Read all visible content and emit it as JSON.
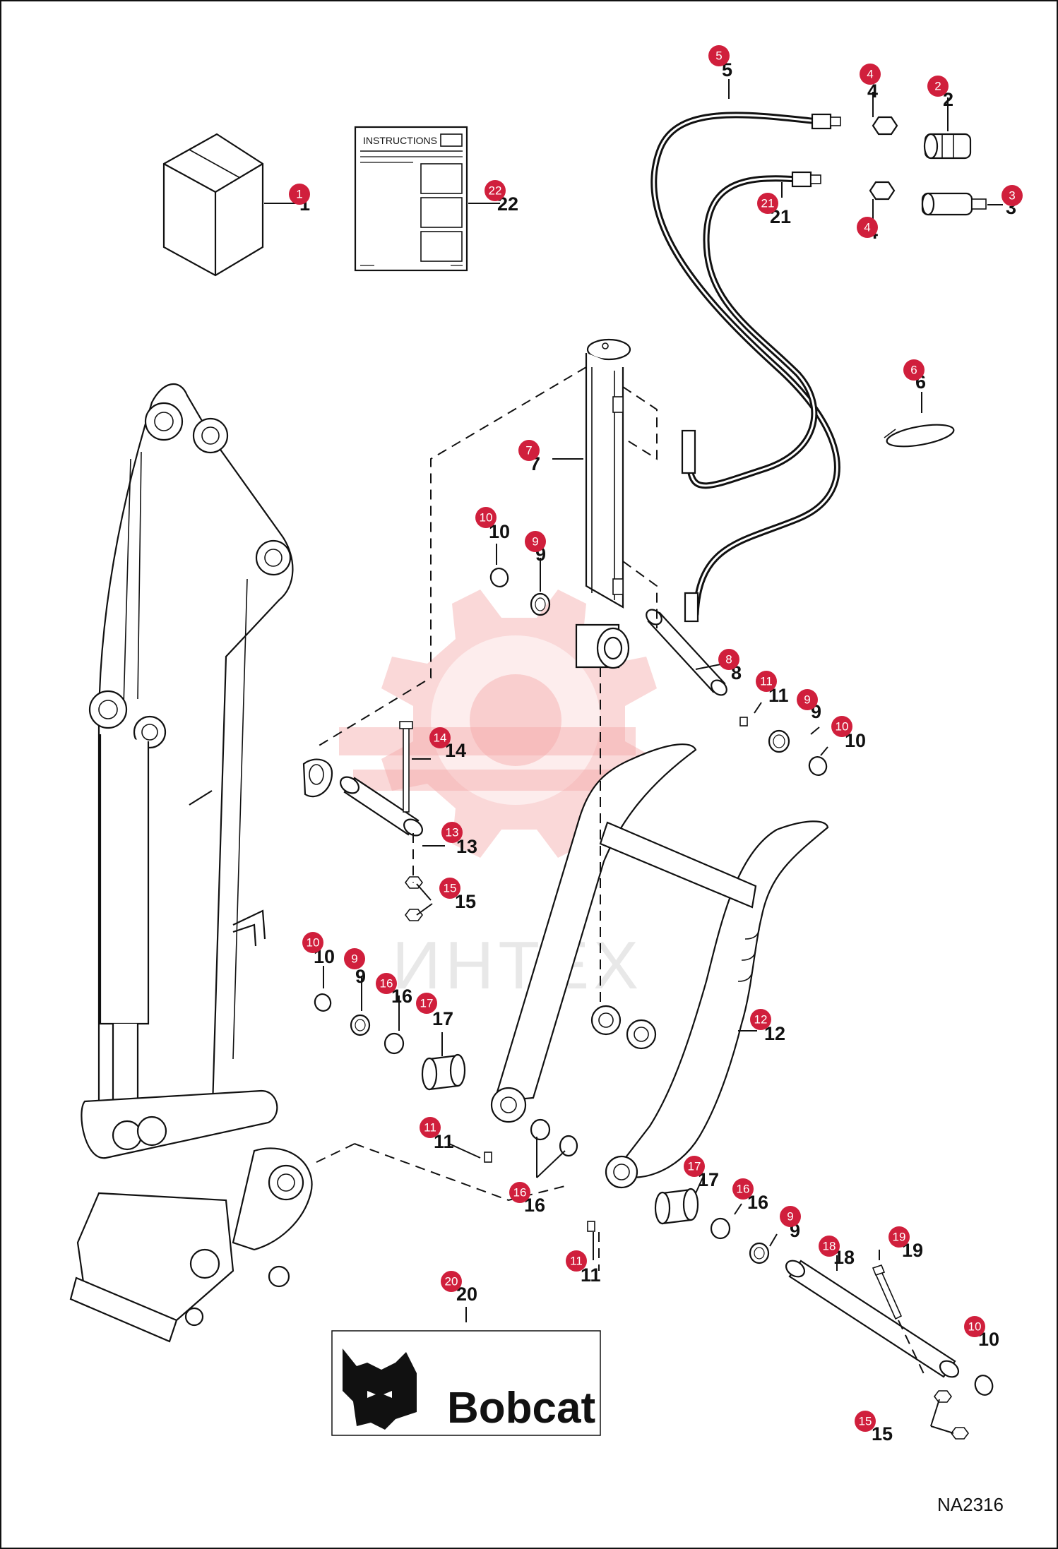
{
  "callouts": [
    {
      "id": "1",
      "label": "1"
    },
    {
      "id": "2",
      "label": "2"
    },
    {
      "id": "3",
      "label": "3"
    },
    {
      "id": "4a",
      "label": "4"
    },
    {
      "id": "4b",
      "label": "4"
    },
    {
      "id": "5",
      "label": "5"
    },
    {
      "id": "6",
      "label": "6"
    },
    {
      "id": "7",
      "label": "7"
    },
    {
      "id": "8",
      "label": "8"
    },
    {
      "id": "9a",
      "label": "9"
    },
    {
      "id": "9b",
      "label": "9"
    },
    {
      "id": "9c",
      "label": "9"
    },
    {
      "id": "9d",
      "label": "9"
    },
    {
      "id": "10a",
      "label": "10"
    },
    {
      "id": "10b",
      "label": "10"
    },
    {
      "id": "10c",
      "label": "10"
    },
    {
      "id": "10d",
      "label": "10"
    },
    {
      "id": "11a",
      "label": "11"
    },
    {
      "id": "11b",
      "label": "11"
    },
    {
      "id": "11c",
      "label": "11"
    },
    {
      "id": "12",
      "label": "12"
    },
    {
      "id": "13",
      "label": "13"
    },
    {
      "id": "14",
      "label": "14"
    },
    {
      "id": "15a",
      "label": "15"
    },
    {
      "id": "15b",
      "label": "15"
    },
    {
      "id": "16a",
      "label": "16"
    },
    {
      "id": "16b",
      "label": "16"
    },
    {
      "id": "16c",
      "label": "16"
    },
    {
      "id": "17a",
      "label": "17"
    },
    {
      "id": "17b",
      "label": "17"
    },
    {
      "id": "18",
      "label": "18"
    },
    {
      "id": "19",
      "label": "19"
    },
    {
      "id": "20",
      "label": "20"
    },
    {
      "id": "21",
      "label": "21"
    },
    {
      "id": "22",
      "label": "22"
    }
  ],
  "instructions_sheet": {
    "title": "INSTRUCTIONS"
  },
  "logo": {
    "brand": "Bobcat"
  },
  "watermark": {
    "text": "ИНТЕХ"
  },
  "reference_code": "NA2316",
  "colors": {
    "badge": "#d01f3c",
    "watermark": "#f4a9a9"
  }
}
